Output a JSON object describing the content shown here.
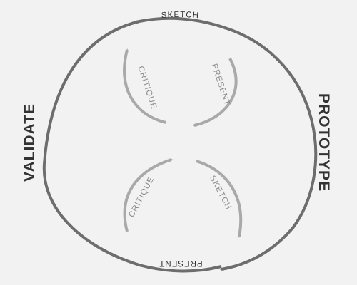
{
  "diagram": {
    "labels": {
      "validate": "VALIDATE",
      "prototype": "PROTOTYPE",
      "outer_top": "SKETCH",
      "outer_bottom": "PRESENT",
      "inner_upper_left": "CRITIQUE",
      "inner_upper_right": "PRESENT",
      "inner_lower_left": "CRITIQUE",
      "inner_lower_right": "SKETCH"
    },
    "colors": {
      "background": "#f2f2f2",
      "outer": "#6d6d6d",
      "inner": "#a9a9a9",
      "text_dark": "#333333",
      "text_light": "#8c8c8c"
    }
  }
}
